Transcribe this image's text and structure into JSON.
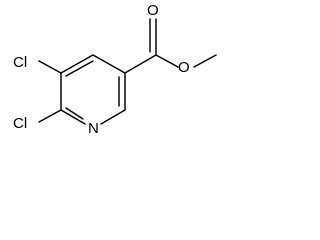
{
  "molecule": {
    "atoms": {
      "cl_top": "Cl",
      "cl_bottom": "Cl",
      "nitrogen": "N",
      "carbonyl_oxygen": "O",
      "ester_oxygen": "O"
    },
    "bond_color": "#000000",
    "atom_color": "#000000"
  }
}
